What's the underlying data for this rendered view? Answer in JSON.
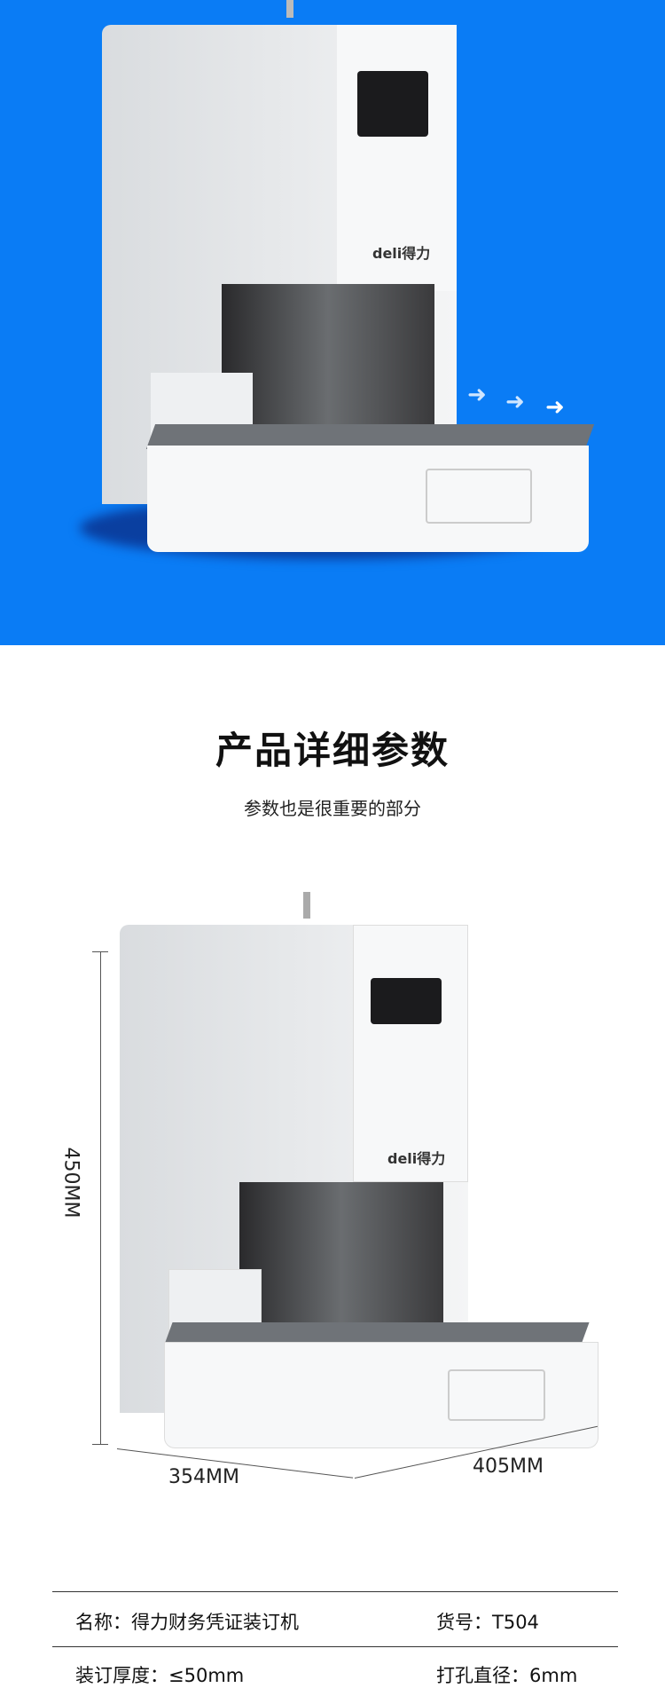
{
  "hero": {
    "brand_logo": "deli得力"
  },
  "section": {
    "title": "产品详细参数",
    "subtitle": "参数也是很重要的部分"
  },
  "dimensions": {
    "height": "450MM",
    "depth": "354MM",
    "width": "405MM"
  },
  "specs": [
    {
      "left": "名称：得力财务凭证装订机",
      "right": "货号：T504"
    },
    {
      "left": "装订厚度：≤50mm",
      "right": "打孔直径：6mm"
    }
  ]
}
